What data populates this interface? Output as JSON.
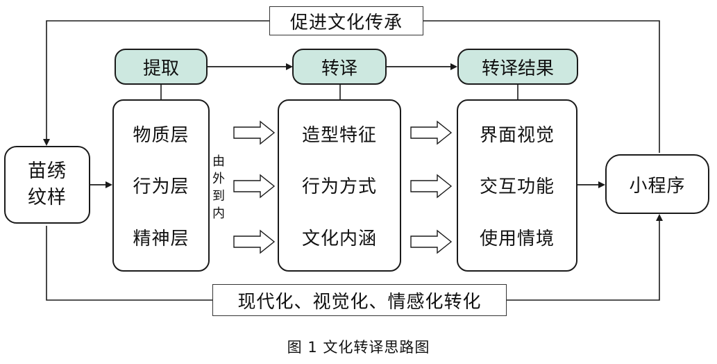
{
  "top_label": "促进文化传承",
  "bottom_label": "现代化、视觉化、情感化转化",
  "source": "苗绣纹样",
  "target": "小程序",
  "direction_label": "由外到内",
  "columns": [
    {
      "header": "提取",
      "items": [
        "物质层",
        "行为层",
        "精神层"
      ]
    },
    {
      "header": "转译",
      "items": [
        "造型特征",
        "行为方式",
        "文化内涵"
      ]
    },
    {
      "header": "转译结果",
      "items": [
        "界面视觉",
        "交互功能",
        "使用情境"
      ]
    }
  ],
  "caption": "图 1 文化转译思路图",
  "colors": {
    "header_fill": "#cde8e0",
    "stroke": "#1a1a1a"
  }
}
